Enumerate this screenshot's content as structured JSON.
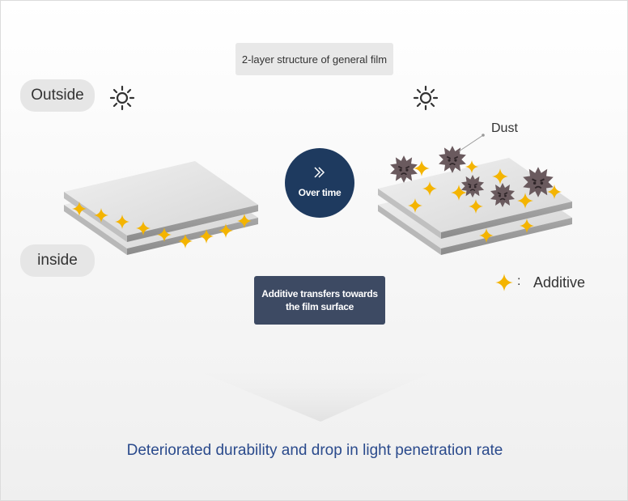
{
  "title": "2-layer structure of general film",
  "outside_label": "Outside",
  "inside_label": "inside",
  "transition_label": "Over time",
  "note": "Additive transfers towards the film surface",
  "dust_label": "Dust",
  "legend": {
    "separator": ":",
    "label": "Additive"
  },
  "conclusion": "Deteriorated durability and drop in light penetration rate",
  "colors": {
    "navy": "#1e3a5f",
    "note_box": "#3d4a63",
    "additive": "#f4b400",
    "dust": "#6a5a5e",
    "conclusion_text": "#2a4a8c"
  },
  "icons": {
    "sun": "sun-icon",
    "chevron": "double-chevron-right-icon",
    "sparkle": "sparkle-icon",
    "dust": "dust-particle-icon"
  }
}
